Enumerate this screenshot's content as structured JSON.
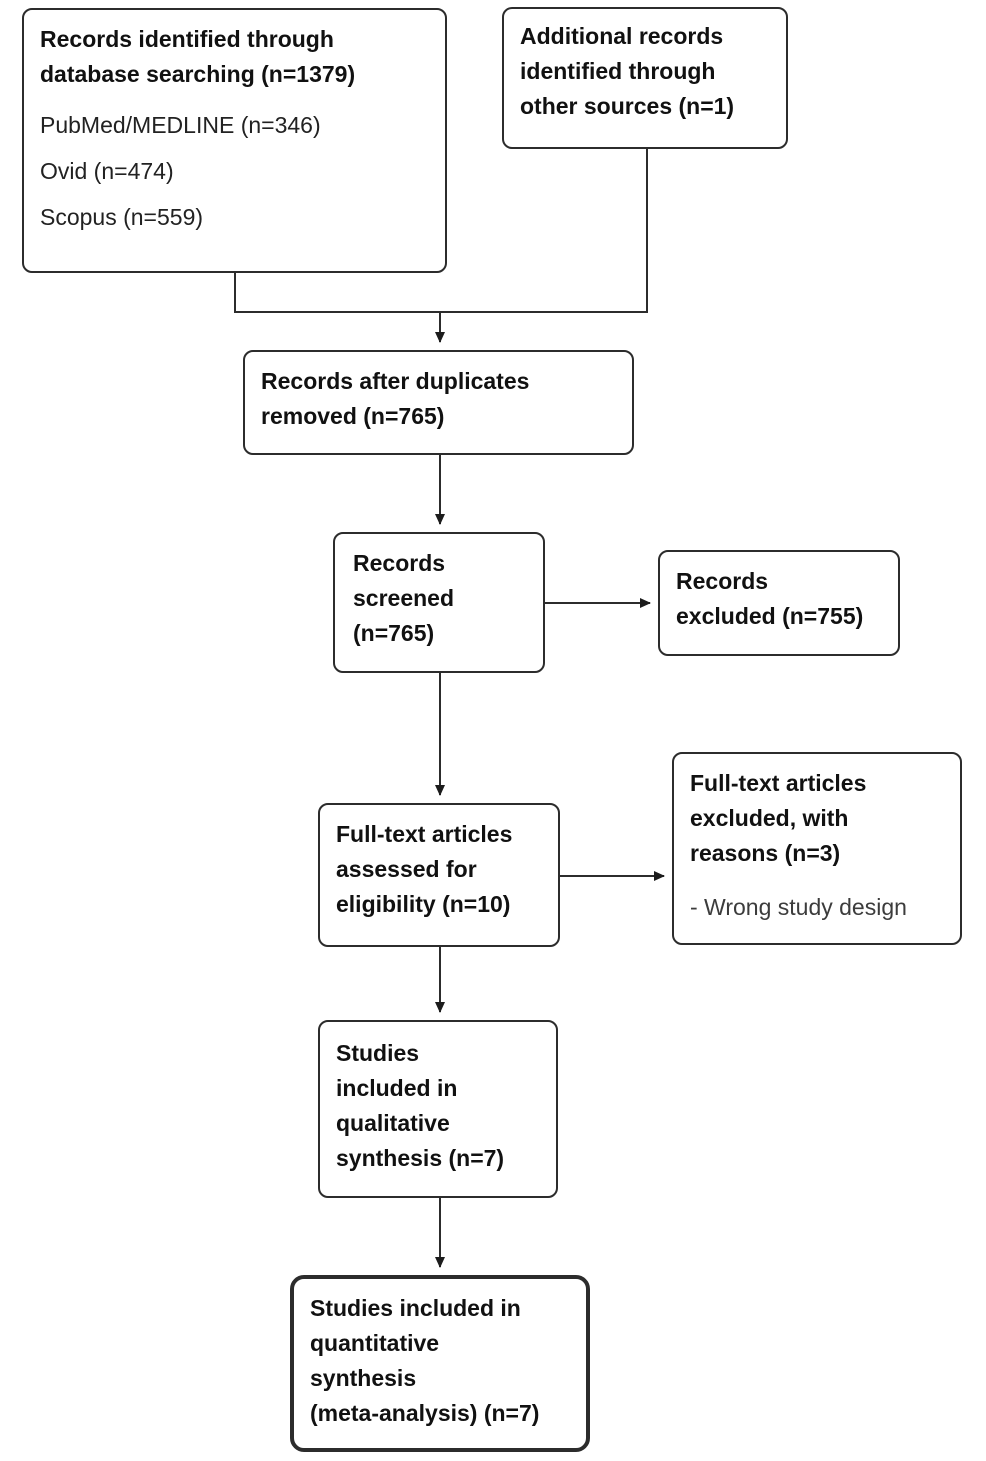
{
  "diagram": {
    "type": "prisma-flowchart",
    "colors": {
      "background": "#ffffff",
      "line": "#2c2c2c",
      "box_border": "#2c2c2c",
      "title_text": "#111111",
      "body_text": "#222222"
    },
    "boxes": {
      "identified": {
        "title_lines": [
          "Records identified through",
          "database searching (n=1379)"
        ],
        "sources": [
          "PubMed/MEDLINE (n=346)",
          "Ovid (n=474)",
          "Scopus (n=559)"
        ]
      },
      "additional": {
        "title_lines": [
          "Additional records",
          "identified through",
          "other sources (n=1)"
        ]
      },
      "after_duplicates": {
        "title_lines": [
          "Records after duplicates",
          "removed (n=765)"
        ]
      },
      "screened": {
        "title_lines": [
          "Records",
          "screened",
          "(n=765)"
        ]
      },
      "records_excluded": {
        "title_lines": [
          "Records",
          "excluded (n=755)"
        ]
      },
      "fulltext_assessed": {
        "title_lines": [
          "Full-text articles",
          "assessed for",
          "eligibility (n=10)"
        ]
      },
      "fulltext_excluded": {
        "title_lines": [
          "Full-text articles",
          "excluded, with",
          "reasons (n=3)"
        ],
        "reason": "- Wrong study design"
      },
      "qualitative": {
        "title_lines": [
          "Studies",
          "included in",
          "qualitative",
          "synthesis (n=7)"
        ]
      },
      "quantitative": {
        "title_lines": [
          "Studies included in",
          "quantitative",
          "synthesis",
          "(meta-analysis) (n=7)"
        ]
      }
    }
  }
}
